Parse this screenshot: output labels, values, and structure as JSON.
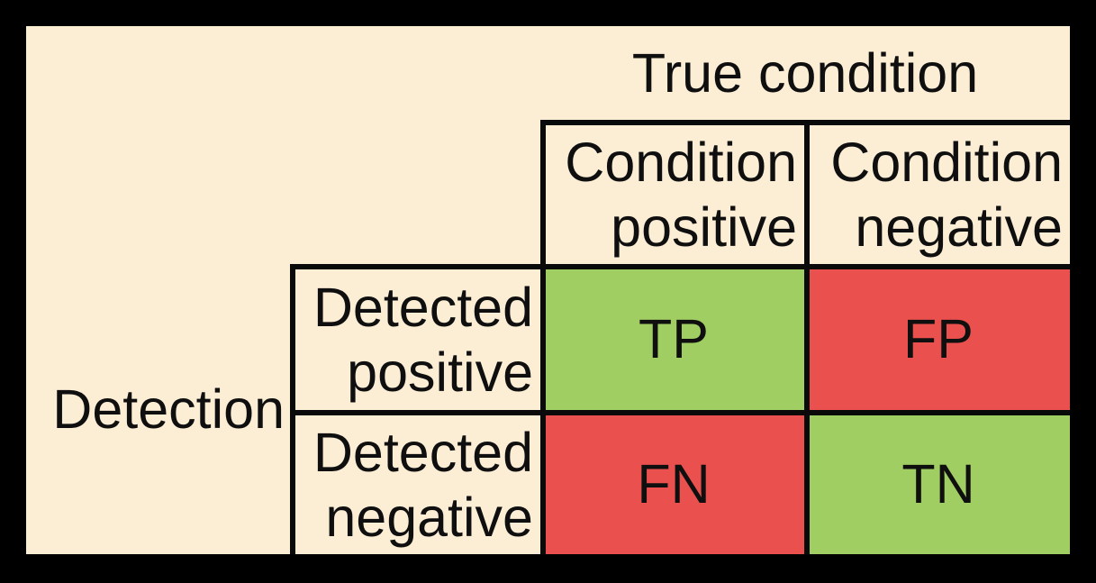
{
  "diagram": {
    "type": "confusion-matrix",
    "column_axis_label": "True condition",
    "row_axis_label": "Detection",
    "column_headers": [
      {
        "label": "Condition\npositive"
      },
      {
        "label": "Condition\nnegative"
      }
    ],
    "row_headers": [
      {
        "label": "Detected\npositive"
      },
      {
        "label": "Detected\nnegative"
      }
    ],
    "cells": [
      {
        "label": "TP",
        "row": "Detected positive",
        "column": "Condition positive",
        "state": "good"
      },
      {
        "label": "FP",
        "row": "Detected positive",
        "column": "Condition negative",
        "state": "bad"
      },
      {
        "label": "FN",
        "row": "Detected negative",
        "column": "Condition positive",
        "state": "bad"
      },
      {
        "label": "TN",
        "row": "Detected negative",
        "column": "Condition negative",
        "state": "good"
      }
    ]
  },
  "colors": {
    "frame": "#000000",
    "panel": "#fcedd5",
    "line": "#0a0a0a",
    "text": "#0f0f0f",
    "good_green": "#a0ce62",
    "bad_red": "#e9504e"
  }
}
